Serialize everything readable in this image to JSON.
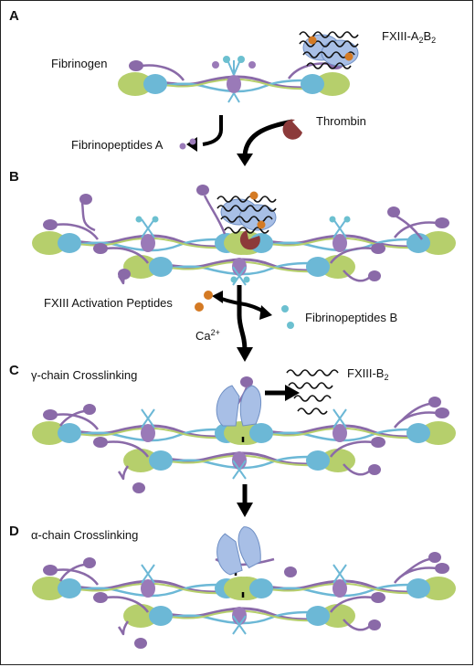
{
  "panels": {
    "a": {
      "letter": "A",
      "fibrinogen": "Fibrinogen",
      "fxiii_prefix": "FXIII-A",
      "fxiii_sub1": "2",
      "fxiii_mid": "B",
      "fxiii_sub2": "2"
    },
    "a_to_b": {
      "thrombin": "Thrombin",
      "fpa": "Fibrinopeptides A"
    },
    "b": {
      "letter": "B"
    },
    "b_to_c": {
      "activation": "FXIII Activation Peptides",
      "fpb": "Fibrinopeptides B",
      "ca_base": "Ca",
      "ca_sup": "2+"
    },
    "c": {
      "letter": "C",
      "title": "γ-chain Crosslinking",
      "b2_prefix": "FXIII-B",
      "b2_sub": "2"
    },
    "d": {
      "letter": "D",
      "title": "α-chain Crosslinking"
    }
  },
  "colors": {
    "fibrin_green": "#b6cf6c",
    "fibrin_blue": "#6cb8d6",
    "alpha_purple": "#8a6aa8",
    "fxiii_blue": "#a8bfe6",
    "thrombin": "#8c3a3a",
    "activation_peptide": "#d47a24",
    "fibrinopeptide_b": "#6cc0d0",
    "central": "#9a7ab8"
  }
}
